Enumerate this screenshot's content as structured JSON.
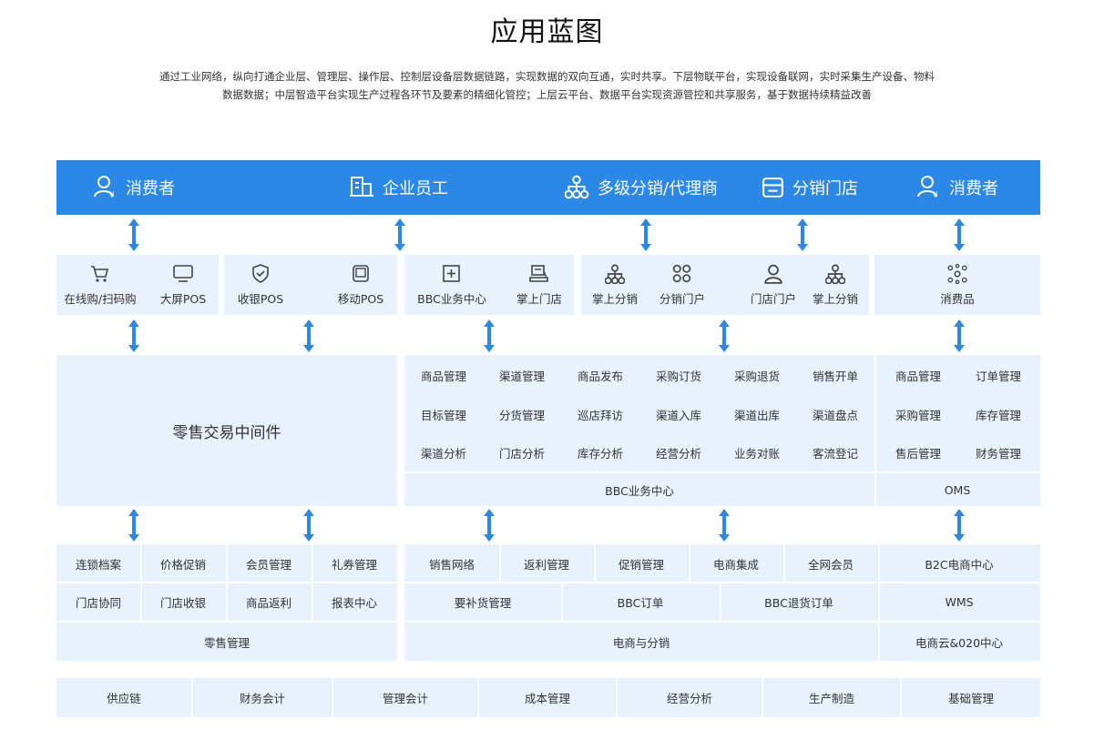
{
  "header": {
    "title": "应用蓝图",
    "description_line1": "通过工业网络，纵向打通企业层、管理层、操作层、控制层设备层数据链路，实现数据的双向互通，实时共享。下层物联平台，实现设备联网，实时采集生产设备、物料",
    "description_line2": "数据数据；中层智造平台实现生产过程各环节及要素的精细化管控；上层云平台、数据平台实现资源管控和共享服务，基于数据持续精益改善"
  },
  "actors": [
    {
      "label": "消费者",
      "icon": "consumer-icon"
    },
    {
      "label": "企业员工",
      "icon": "building-icon"
    },
    {
      "label": "多级分销/代理商",
      "icon": "hierarchy-icon"
    },
    {
      "label": "分销门店",
      "icon": "store-icon"
    },
    {
      "label": "消费者",
      "icon": "consumer-icon"
    }
  ],
  "channels": [
    {
      "label": "在线购/扫码购",
      "icon": "cart-icon"
    },
    {
      "label": "大屏POS",
      "icon": "monitor-icon"
    },
    {
      "label": "收银POS",
      "icon": "shield-icon"
    },
    {
      "label": "移动POS",
      "icon": "mobile-icon"
    },
    {
      "label": "BBC业务中心",
      "icon": "plus-box-icon"
    },
    {
      "label": "掌上门店",
      "icon": "register-icon"
    },
    {
      "label": "掌上分销",
      "icon": "hierarchy-icon"
    },
    {
      "label": "分销门户",
      "icon": "grid-icon"
    },
    {
      "label": "门店门户",
      "icon": "user-icon"
    },
    {
      "label": "掌上分销",
      "icon": "hierarchy-icon"
    },
    {
      "label": "消费品",
      "icon": "molecule-icon"
    }
  ],
  "middleware": {
    "label": "零售交易中间件"
  },
  "bbc": {
    "rows": [
      [
        "商品管理",
        "渠道管理",
        "商品发布",
        "采购订货",
        "采购退货",
        "销售开单"
      ],
      [
        "目标管理",
        "分货管理",
        "巡店拜访",
        "渠道入库",
        "渠道出库",
        "渠道盘点"
      ],
      [
        "渠道分析",
        "门店分析",
        "库存分析",
        "经营分析",
        "业务对账",
        "客流登记"
      ]
    ],
    "footer": "BBC业务中心"
  },
  "oms": {
    "rows": [
      [
        "商品管理",
        "订单管理"
      ],
      [
        "采购管理",
        "库存管理"
      ],
      [
        "售后管理",
        "财务管理"
      ]
    ],
    "footer": "OMS"
  },
  "retail": {
    "rows": [
      [
        "连锁档案",
        "价格促销",
        "会员管理",
        "礼券管理"
      ],
      [
        "门店协同",
        "门店收银",
        "商品返利",
        "报表中心"
      ]
    ],
    "footer": "零售管理"
  },
  "ecommerce": {
    "row1": [
      "销售网络",
      "返利管理",
      "促销管理",
      "电商集成",
      "全网会员"
    ],
    "row2": [
      "要补货管理",
      "BBC订单",
      "BBC退货订单"
    ],
    "footer": "电商与分销"
  },
  "cloud": {
    "rows": [
      "B2C电商中心",
      "WMS",
      "电商云&020中心"
    ]
  },
  "base": [
    "供应链",
    "财务会计",
    "管理会计",
    "成本管理",
    "经营分析",
    "生产制造",
    "基础管理"
  ],
  "colors": {
    "topbar": "#2b88e6",
    "panel": "#e8f2fc",
    "arrow": "#2b88e6"
  }
}
